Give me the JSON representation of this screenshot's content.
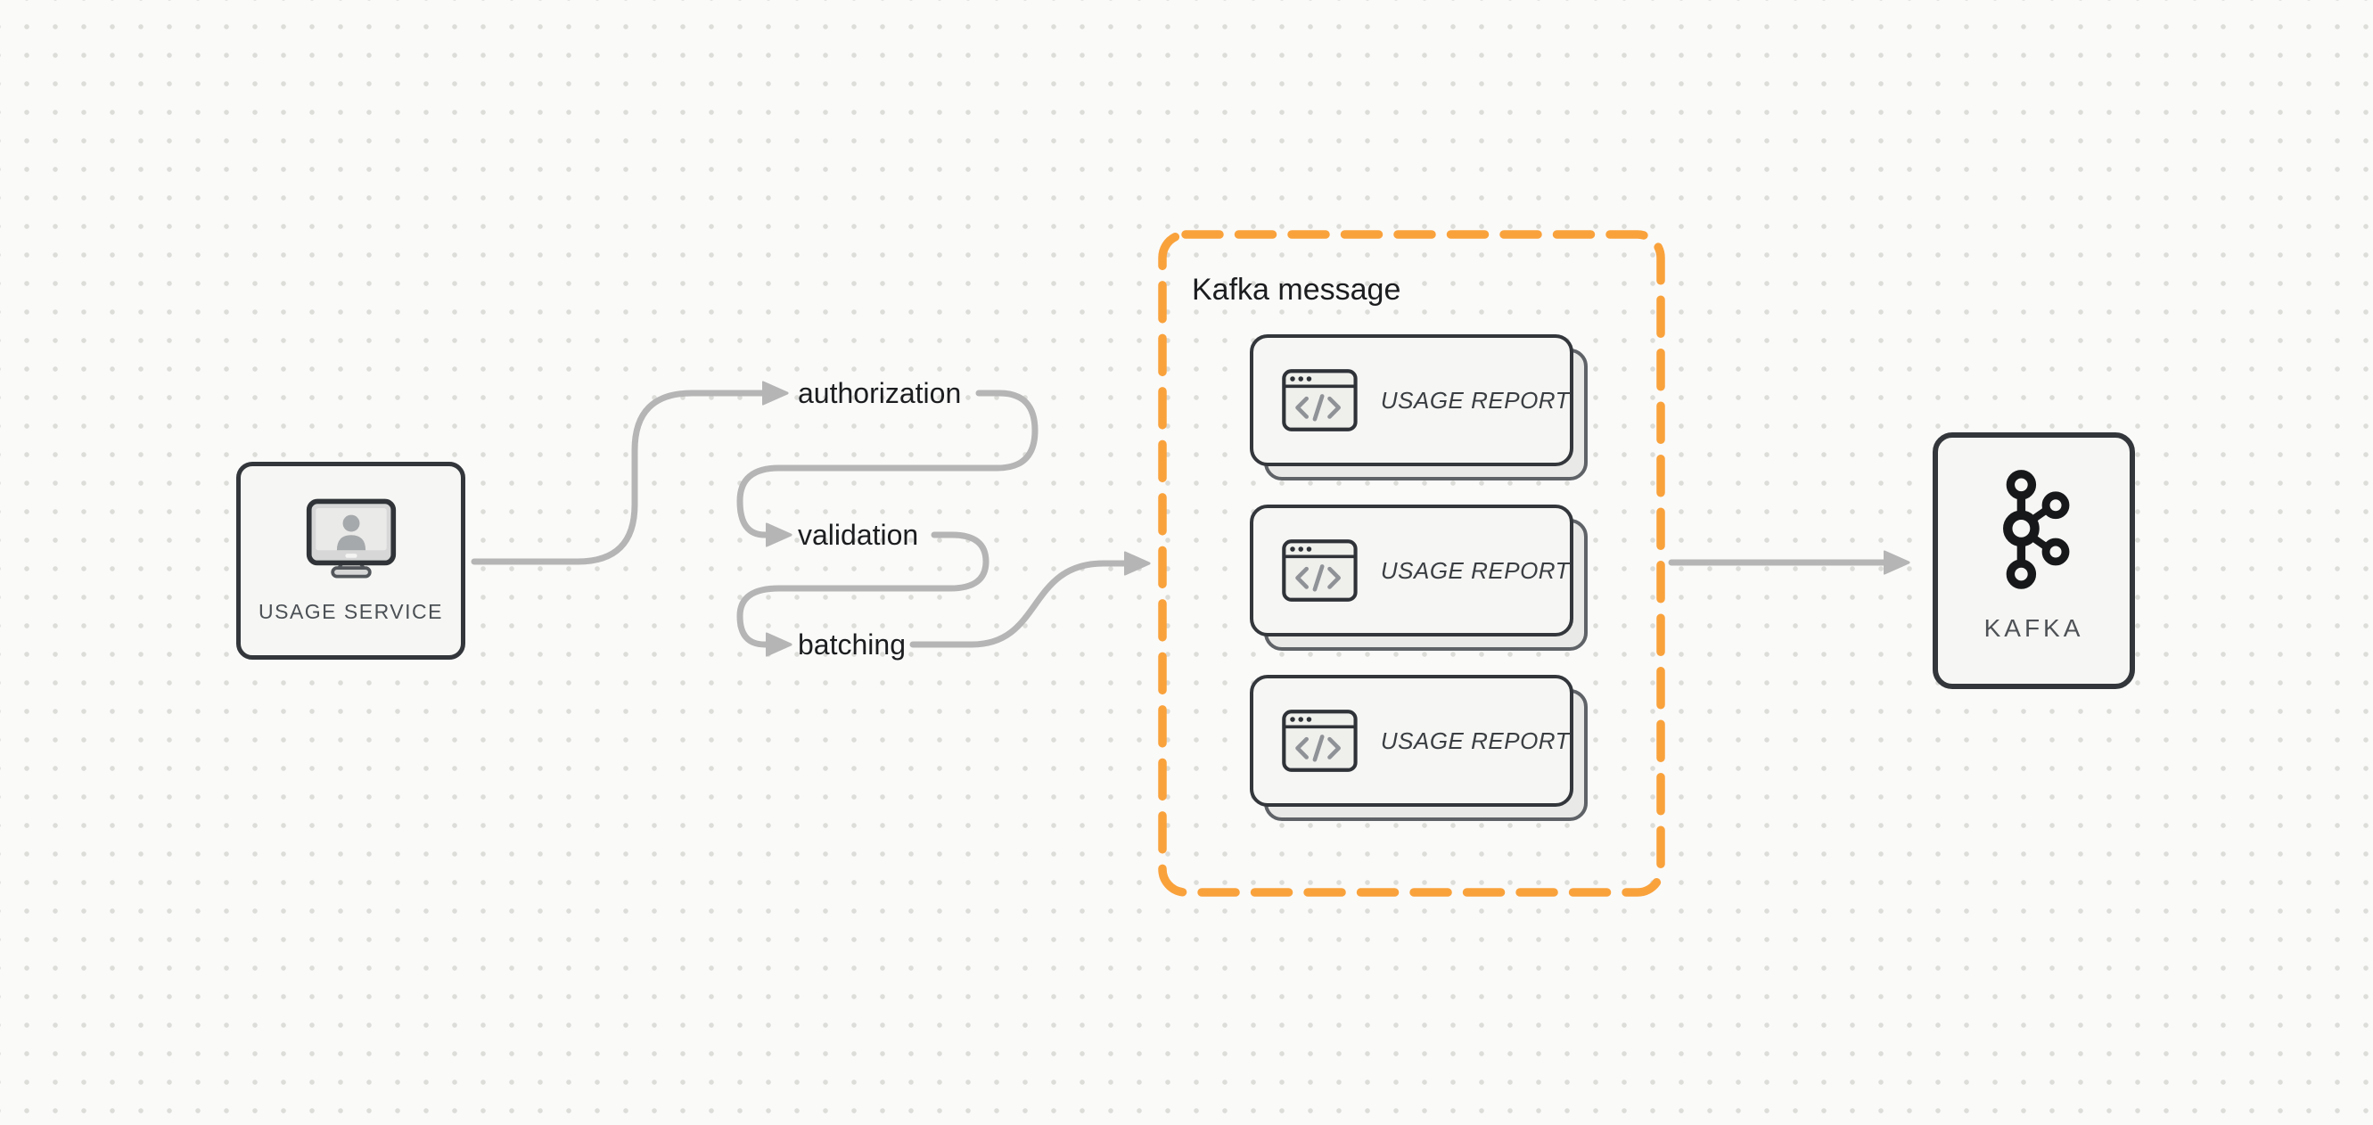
{
  "diagram": {
    "type": "flow-diagram",
    "background": "dotted-grid"
  },
  "colors": {
    "background": "#fafaf9",
    "grid_dot": "#dcdcd9",
    "text_dark": "#1b1d1f",
    "node_border": "#33373b",
    "node_fill": "#f6f6f4",
    "connector_gray": "#b5b5b5",
    "accent_orange": "#f9a23c",
    "label_gray": "#4b5055",
    "card_back_border": "#5f6367",
    "card_back_fill": "#e9e9e7",
    "icon_gray": "#8f9296"
  },
  "nodes": {
    "usage_service": {
      "label": "USAGE SERVICE",
      "icon": "user-monitor-icon"
    },
    "kafka": {
      "label": "KAFKA",
      "icon": "kafka-logo-icon"
    }
  },
  "steps": [
    {
      "label": "authorization"
    },
    {
      "label": "validation"
    },
    {
      "label": "batching"
    }
  ],
  "kafka_message_group": {
    "title": "Kafka message",
    "border_style": "orange-dashed",
    "cards": [
      {
        "label": "USAGE REPORT",
        "icon": "code-window-icon"
      },
      {
        "label": "USAGE REPORT",
        "icon": "code-window-icon"
      },
      {
        "label": "USAGE REPORT",
        "icon": "code-window-icon"
      }
    ]
  },
  "connections": [
    {
      "from": "usage-service",
      "to": "authorization"
    },
    {
      "from": "authorization",
      "to": "validation"
    },
    {
      "from": "validation",
      "to": "batching"
    },
    {
      "from": "batching",
      "to": "kafka-message-group"
    },
    {
      "from": "kafka-message-group",
      "to": "kafka"
    }
  ]
}
